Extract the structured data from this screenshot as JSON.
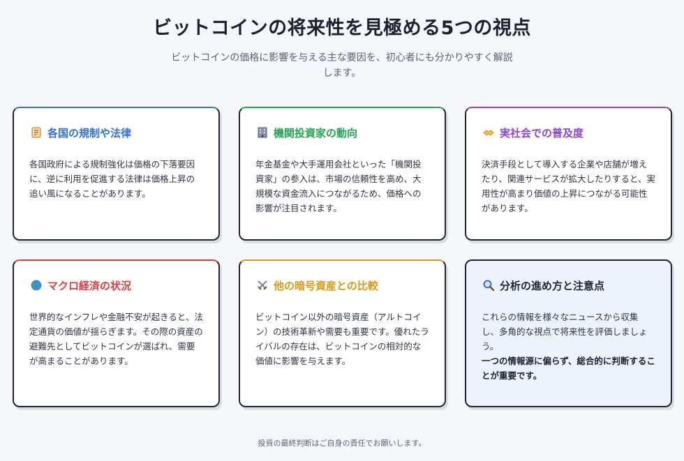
{
  "header": {
    "title": "ビットコインの将来性を見極める5つの視点",
    "subtitle": "ビットコインの価格に影響を与える主な要因を、初心者にも分かりやすく解説します。"
  },
  "cards": [
    {
      "title": "各国の規制や法律",
      "icon": "scroll-icon",
      "accent": "#2f6fe0",
      "body": "各国政府による規制強化は価格の下落要因に、逆に利用を促進する法律は価格上昇の追い風になることがあります。"
    },
    {
      "title": "機関投資家の動向",
      "icon": "office-building-icon",
      "accent": "#22a552",
      "body": "年金基金や大手運用会社といった「機関投資家」の参入は、市場の信頼性を高め、大規模な資金流入につながるため、価格への影響が注目されます。"
    },
    {
      "title": "実社会での普及度",
      "icon": "handshake-icon",
      "accent": "#8a44d6",
      "body": "決済手段として導入する企業や店舗が増えたり、関連サービスが拡大したりすると、実用性が高まり価値の上昇につながる可能性があります。"
    },
    {
      "title": "マクロ経済の状況",
      "icon": "globe-icon",
      "accent": "#e03b3b",
      "body": "世界的なインフレや金融不安が起きると、法定通貨の価値が揺らぎます。その際の資産の避難先としてビットコインが選ばれ、需要が高まることがあります。"
    },
    {
      "title": "他の暗号資産との比較",
      "icon": "crossed-swords-icon",
      "accent": "#d89a12",
      "body": "ビットコイン以外の暗号資産（アルトコイン）の技術革新や需要も重要です。優れたライバルの存在は、ビットコインの相対的な価値に影響を与えます。"
    },
    {
      "title": "分析の進め方と注意点",
      "icon": "magnifier-icon",
      "accent": "#1f2433",
      "body": "これらの情報を様々なニュースから収集し、多角的な視点で将来性を評価しましょう。",
      "emphasis": "一つの情報源に偏らず、総合的に判断することが重要です。"
    }
  ],
  "footer": {
    "note": "投資の最終判断はご自身の責任でお願いします。"
  }
}
